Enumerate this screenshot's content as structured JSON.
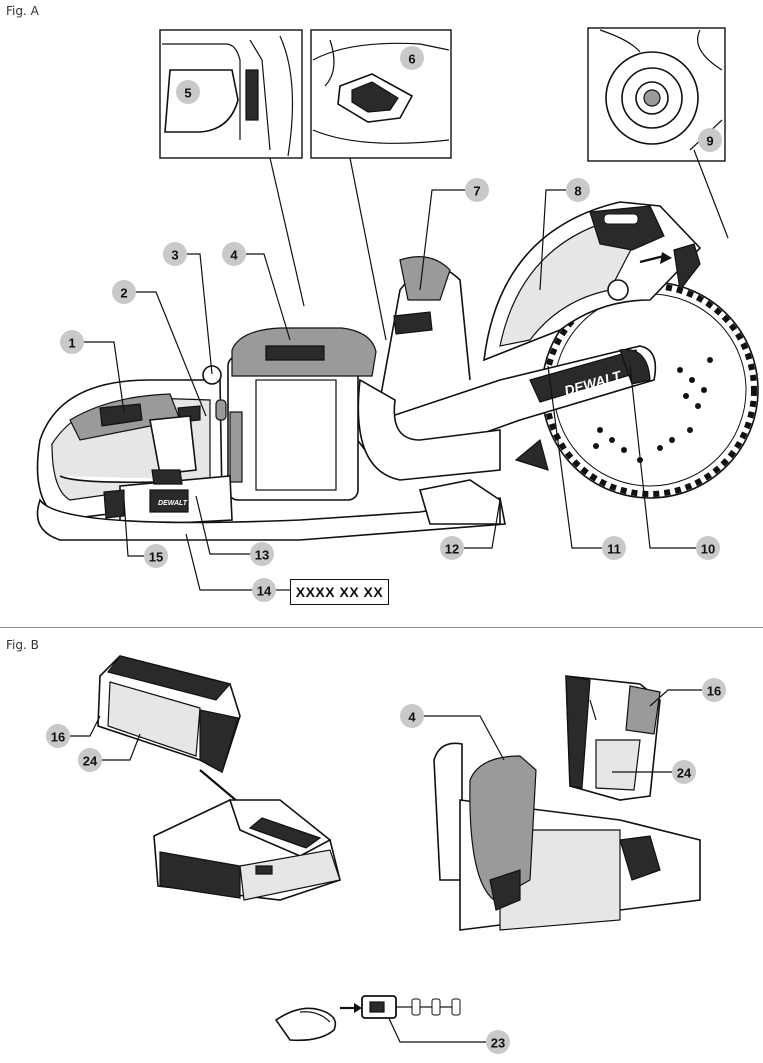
{
  "figure_a": {
    "label": "Fig. A"
  },
  "figure_b": {
    "label": "Fig. B"
  },
  "serial_plate": {
    "text": "XXXX XX XX"
  },
  "brand": {
    "main": "DEWALT",
    "small": "DEWALT"
  },
  "callouts_a": [
    "1",
    "2",
    "3",
    "4",
    "5",
    "6",
    "7",
    "8",
    "9",
    "10",
    "11",
    "12",
    "13",
    "14",
    "15"
  ],
  "callouts_b": [
    "16",
    "24",
    "4",
    "16",
    "24",
    "23"
  ],
  "colors": {
    "callout_fill": "#c9c9c9",
    "line": "#111111",
    "dark_part": "#2a2a2a"
  }
}
